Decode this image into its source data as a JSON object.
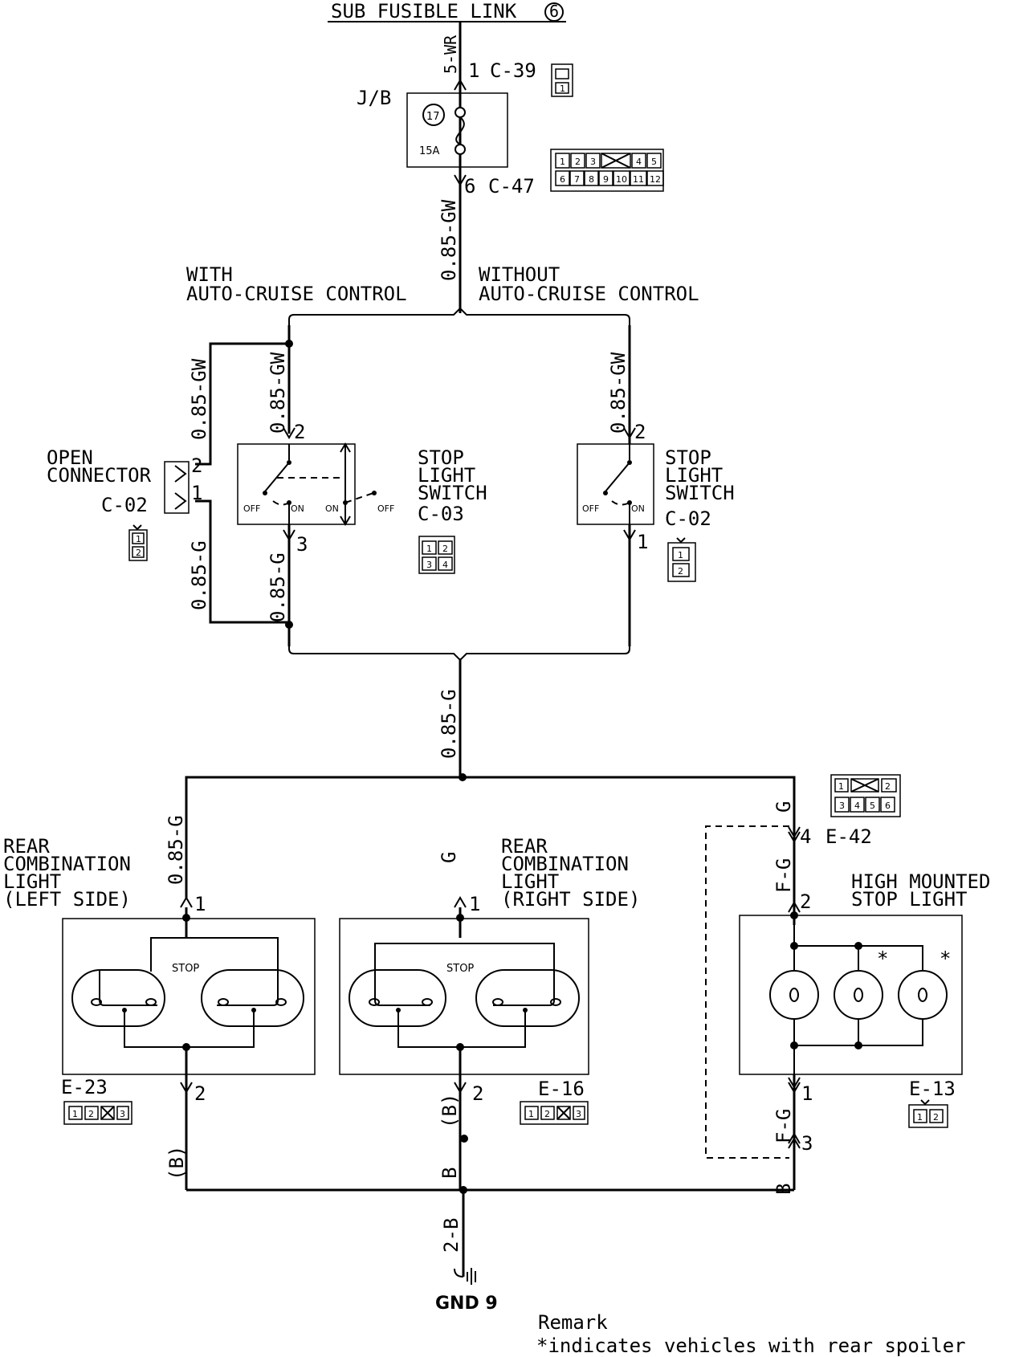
{
  "top": {
    "source": "SUB FUSIBLE LINK",
    "source_num": "6",
    "wire_in": "5-WR",
    "c39": {
      "pin": "1",
      "ref": "C-39",
      "cells": [
        "1"
      ]
    },
    "jb": {
      "label": "J/B",
      "fuse_no": "17",
      "rating": "15A"
    },
    "c47": {
      "pin": "6",
      "ref": "C-47",
      "cells_top": [
        "1",
        "2",
        "3",
        "",
        "4",
        "5"
      ],
      "cells_bottom": [
        "6",
        "7",
        "8",
        "9",
        "10",
        "11",
        "12"
      ]
    },
    "wire_mid": "0.85-GW"
  },
  "branches": {
    "with": [
      "WITH",
      "AUTO-CRUISE CONTROL"
    ],
    "without": [
      "WITHOUT",
      "AUTO-CRUISE CONTROL"
    ]
  },
  "left": {
    "wire_gw_outer": "0.85-GW",
    "wire_gw_inner": "0.85-GW",
    "pin2": "2",
    "pin3": "3",
    "wire_g_outer": "0.85-G",
    "wire_g_inner": "0.85-G",
    "open_connector": {
      "label": [
        "OPEN",
        "CONNECTOR"
      ],
      "ref": "C-02",
      "pin_a": "2",
      "pin_b": "1",
      "cells": [
        "1",
        "2"
      ]
    },
    "switch": {
      "label": [
        "STOP",
        "LIGHT",
        "SWITCH"
      ],
      "ref": "C-03",
      "off1": "OFF",
      "on1": "ON",
      "on2": "ON",
      "off2": "OFF",
      "cells": [
        "1",
        "2",
        "3",
        "4"
      ]
    }
  },
  "right": {
    "wire_gw": "0.85-GW",
    "pin2": "2",
    "pin1": "1",
    "switch": {
      "label": [
        "STOP",
        "LIGHT",
        "SWITCH"
      ],
      "ref": "C-02",
      "off": "OFF",
      "on": "ON",
      "cells": [
        "1",
        "2"
      ]
    }
  },
  "trunk": {
    "wire": "0.85-G"
  },
  "lamps": {
    "left": {
      "label": [
        "REAR",
        "COMBINATION",
        "LIGHT",
        "(LEFT SIDE)"
      ],
      "wire": "0.85-G",
      "pin_in": "1",
      "pin_out": "2",
      "stop": "STOP",
      "ref": "E-23",
      "cells": [
        "1",
        "2",
        "",
        "3"
      ],
      "gnd_wire": "(B)"
    },
    "right": {
      "label": [
        "REAR",
        "COMBINATION",
        "LIGHT",
        "(RIGHT SIDE)"
      ],
      "wire": "G",
      "pin_in": "1",
      "pin_out": "2",
      "stop": "STOP",
      "ref": "E-16",
      "cells": [
        "1",
        "2",
        "",
        "3"
      ],
      "gnd_wire_1": "(B)",
      "gnd_wire_2": "B"
    },
    "high": {
      "label": [
        "HIGH MOUNTED",
        "STOP LIGHT"
      ],
      "wire_g": "G",
      "e42": {
        "pin": "4",
        "ref": "E-42",
        "cells_top": [
          "1",
          "",
          "2"
        ],
        "cells_bottom": [
          "3",
          "4",
          "5",
          "6"
        ]
      },
      "wire_fg1": "F-G",
      "pin_in": "2",
      "pin_out": "1",
      "wire_fg2": "F-G",
      "pin3": "3",
      "gnd_wire": "B",
      "star": "*",
      "ref": "E-13",
      "cells": [
        "1",
        "2"
      ]
    }
  },
  "ground": {
    "wire": "2-B",
    "label": "GND 9"
  },
  "remark": {
    "title": "Remark",
    "note": "*indicates vehicles with rear spoiler"
  }
}
